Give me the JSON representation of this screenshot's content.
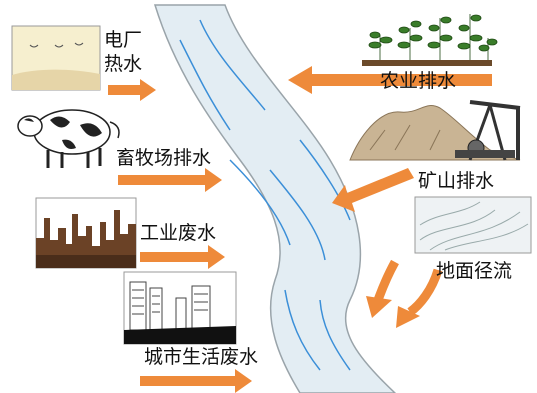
{
  "labels": {
    "power_plant": [
      "电厂",
      "热水"
    ],
    "livestock": "畜牧场排水",
    "industrial": "工业废水",
    "urban": "城市生活废水",
    "agricultural": "农业排水",
    "mining": "矿山排水",
    "surface_runoff": "地面径流"
  },
  "colors": {
    "arrow": "#ee8a3a",
    "river_fill": "#e3edf3",
    "river_line": "#3b8fd8",
    "river_edge": "#9aa4aa",
    "hill": "#c9b494",
    "factory": "#6b4226",
    "plant_green": "#3a7d2a"
  }
}
